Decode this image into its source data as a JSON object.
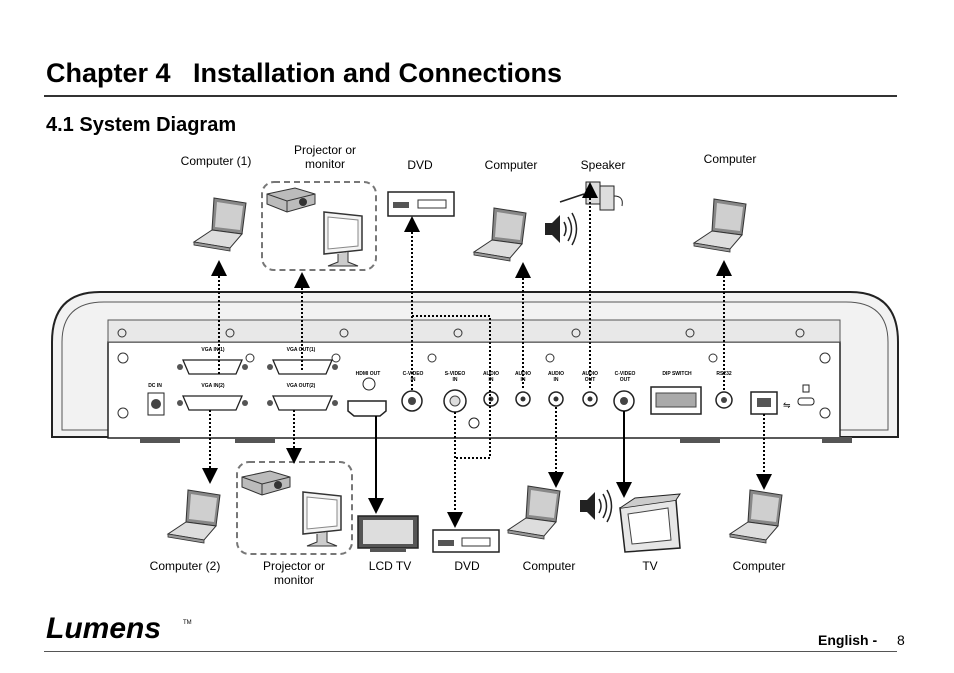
{
  "header": {
    "chapter": "Chapter 4   Installation and Connections"
  },
  "section": {
    "title": "4.1 System Diagram"
  },
  "labels_top": {
    "computer1": "Computer (1)",
    "projector": "Projector or\nmonitor",
    "dvd": "DVD",
    "computer": "Computer",
    "speaker": "Speaker",
    "computer_rs232": "Computer"
  },
  "labels_bottom": {
    "computer2": "Computer (2)",
    "projector": "Projector or\nmonitor",
    "lcd_tv": "LCD TV",
    "dvd": "DVD",
    "computer": "Computer",
    "tv": "TV",
    "computer_usb": "Computer"
  },
  "ports": {
    "vga_in1": "VGA IN(1)",
    "vga_in2": "VGA IN(2)",
    "vga_out1": "VGA OUT(1)",
    "vga_out2": "VGA OUT(2)",
    "dc_in": "DC IN",
    "hdmi_out": "HDMI OUT",
    "c_video_in": "C-VIDEO\nIN",
    "s_video_in": "S-VIDEO\nIN",
    "audio_in_1": "AUDIO\nIN",
    "audio_in_2": "AUDIO\nIN",
    "audio_in_3": "AUDIO\nIN",
    "audio_out": "AUDIO\nOUT",
    "c_video_out": "C-VIDEO\nOUT",
    "dip_switch": "DIP SWITCH",
    "rs232": "RS232"
  },
  "footer": {
    "logo": "Lumens",
    "trademark": "TM",
    "language": "English  -",
    "page": "8"
  }
}
